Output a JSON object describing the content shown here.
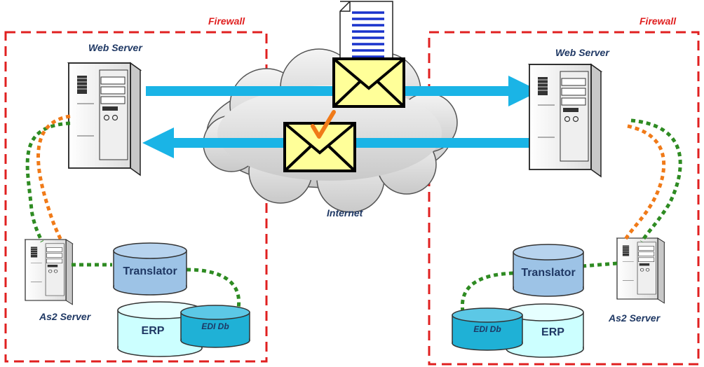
{
  "left": {
    "firewall_label": "Firewall",
    "web_server_label": "Web Server",
    "as2_server_label": "As2 Server",
    "translator_label": "Translator",
    "erp_label": "ERP",
    "edi_db_label": "EDI Db"
  },
  "right": {
    "firewall_label": "Firewall",
    "web_server_label": "Web Server",
    "as2_server_label": "As2 Server",
    "translator_label": "Translator",
    "erp_label": "ERP",
    "edi_db_label": "EDI Db"
  },
  "internet_label": "Internet",
  "colors": {
    "firewall": "#e02020",
    "arrow": "#1ab4e6",
    "label_dark": "#1f3864",
    "envelope_fill": "#ffff99",
    "link_green": "#2e8b22",
    "link_orange": "#f07a18",
    "db_light": "#9dc3e6",
    "db_cyan": "#ccffff",
    "db_teal": "#1fb1d6"
  }
}
